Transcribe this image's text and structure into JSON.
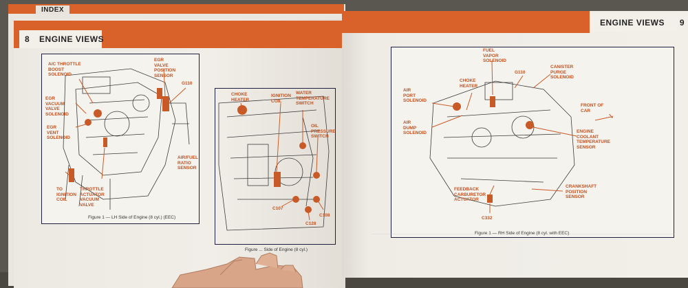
{
  "left_page": {
    "back_tab_text": "INDEX",
    "page_number": "8",
    "header_title": "ENGINE VIEWS",
    "figure_a": {
      "caption": "Figure 1 — LH Side of Engine (8 cyl.) (EEC)",
      "labels": {
        "ac_throttle": "A/C THROTTLE\nBOOST\nSOLENOID",
        "egr_position": "EGR\nVALVE\nPOSITION\nSENSOR",
        "egr_vacuum": "EGR\nVACUUM\nVALVE\nSOLENOID",
        "g110": "G110",
        "egr_vent": "EGR\nVENT\nSOLENOID",
        "air_fuel": "AIR/FUEL\nRATIO\nSENSOR",
        "to_ignition": "TO\nIGNITION\nCOIL",
        "throttle_actuator": "THROTTLE\nACTUATOR\nVACUUM\nVALVE"
      }
    },
    "figure_b": {
      "caption": "Figure ... Side of Engine (8 cyl.)",
      "labels": {
        "choke_heater": "CHOKE\nHEATER",
        "ignition_coil": "IGNITION\nCOIL",
        "water_temp": "WATER\nTEMPERATURE\nSWITCH",
        "oil_pressure": "OIL\nPRESSURE\nSWITCH",
        "c107": "C107",
        "c128": "C128",
        "c108": "C108"
      }
    }
  },
  "right_page": {
    "header_title": "ENGINE VIEWS",
    "page_number": "9",
    "figure": {
      "caption": "Figure 1 — RH Side of Engine (8 cyl. with EEC)",
      "labels": {
        "fuel_vapor": "FUEL\nVAPOR\nSOLENOID",
        "choke_heater": "CHOKE\nHEATER",
        "g110": "G110",
        "canister": "CANISTER\nPURGE\nSOLENOID",
        "air_port": "AIR\nPORT\nSOLENOID",
        "front_of_car": "FRONT OF\nCAR",
        "air_dump": "AIR\nDUMP\nSOLENOID",
        "engine_coolant": "ENGINE\nCOOLANT\nTEMPERATURE\nSENSOR",
        "crankshaft": "CRANKSHAFT\nPOSITION\nSENSOR",
        "feedback": "FEEDBACK\nCARBURETOR\nACTUATOR",
        "c332": "C332"
      }
    }
  },
  "colors": {
    "accent_orange": "#d8622a",
    "label_orange": "#c2501f",
    "frame_navy": "#1d1d40",
    "paper": "#efece6"
  }
}
